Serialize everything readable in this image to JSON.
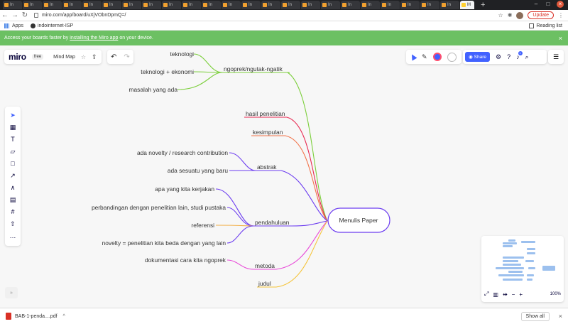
{
  "browser": {
    "tab_title_short": "In",
    "active_tab_title": "M",
    "url": "miro.com/app/board/uXjVObnDpmQ=/",
    "update_label": "Update",
    "bookmarks": [
      {
        "label": "Apps",
        "icon": "apps-icon"
      },
      {
        "label": "indointernet-ISP",
        "icon": "isp-icon"
      }
    ],
    "reading_list_label": "Reading list"
  },
  "banner": {
    "text_before": "Access your boards faster by",
    "link": "installing the Miro app",
    "text_after": "on your device.",
    "close_label": "×"
  },
  "miro": {
    "logo": "miro",
    "plan": "free",
    "board_name": "Mind Map",
    "share_label": "Share",
    "notification_count": "1",
    "zoom": "100%"
  },
  "mindmap": {
    "root": "Menulis Paper",
    "branches": {
      "ngoprek": "ngoprek/ngutak-ngatik",
      "hasil": "hasil penelitian",
      "kesimpulan": "kesimpulan",
      "abstrak": "abstrak",
      "pendahuluan": "pendahuluan",
      "metoda": "metoda",
      "judul": "judul"
    },
    "leaves": {
      "teknologi": "teknologi",
      "teknologi_ekonomi": "teknologi + ekonomi",
      "masalah": "masalah yang ada",
      "novelty_contrib": "ada novelty / research contribution",
      "sesuatu_baru": "ada sesuatu yang baru",
      "apa_kerjakan": "apa yang kita kerjakan",
      "perbandingan": "perbandingan dengan penelitian lain, studi pustaka",
      "referensi": "referensi",
      "novelty_beda": "novelty = penelitian kita beda dengan yang lain",
      "dokumentasi": "dokumentasi cara kita ngoprek"
    },
    "colors": {
      "green": "#7ccf3c",
      "red": "#e8264f",
      "orange": "#f2734a",
      "purple": "#6c3cf0",
      "magenta": "#e84ad8",
      "yellow": "#f5c43a",
      "root_border": "#6c3cf0"
    }
  },
  "download": {
    "filename": "BAB-1-penda....pdf",
    "show_all": "Show all"
  }
}
